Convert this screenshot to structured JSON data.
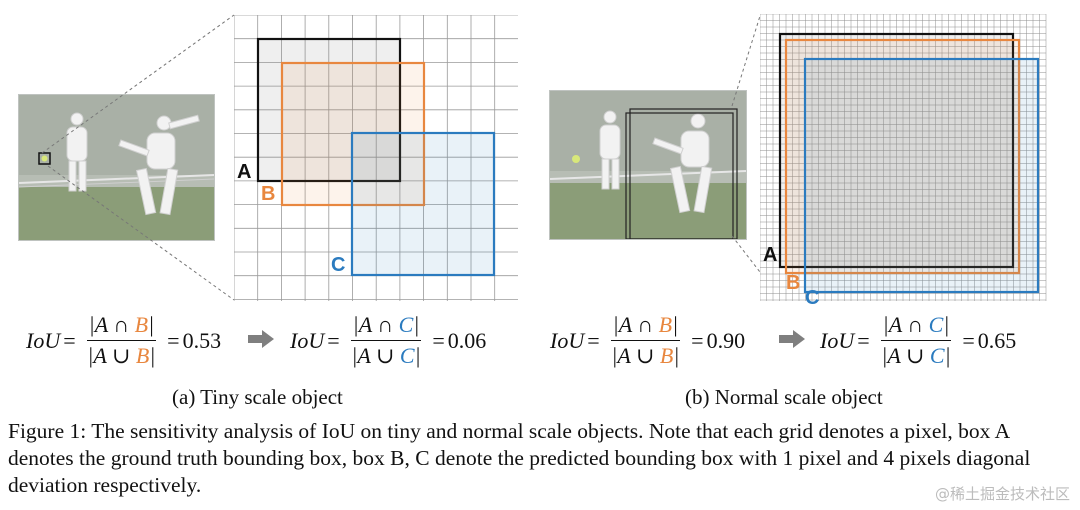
{
  "colors": {
    "box_a": "#111111",
    "box_b": "#e8873f",
    "box_c": "#2b7bbf",
    "arrow": "#7f7f7f"
  },
  "panel_a": {
    "box_labels": [
      "A",
      "B",
      "C"
    ],
    "formula1": {
      "lhs": "IoU",
      "num_left": "|A ∩ ",
      "num_var": "B",
      "den_left": "|A ∪ ",
      "den_var": "B",
      "rhs": "0.53"
    },
    "formula2": {
      "lhs": "IoU",
      "num_left": "|A ∩ ",
      "num_var": "C",
      "den_left": "|A ∪ ",
      "den_var": "C",
      "rhs": "0.06"
    },
    "caption": "(a) Tiny scale object"
  },
  "panel_b": {
    "box_labels": [
      "A",
      "B",
      "C"
    ],
    "formula1": {
      "lhs": "IoU",
      "num_left": "|A ∩ ",
      "num_var": "B",
      "den_left": "|A ∪ ",
      "den_var": "B",
      "rhs": "0.90"
    },
    "formula2": {
      "lhs": "IoU",
      "num_left": "|A ∩ ",
      "num_var": "C",
      "den_left": "|A ∪ ",
      "den_var": "C",
      "rhs": "0.65"
    },
    "caption": "(b) Normal scale object"
  },
  "figure_caption": "Figure 1: The sensitivity analysis of IoU on tiny and normal scale objects. Note that each grid denotes a pixel, box A denotes the ground truth bounding box, box B, C denote the predicted bounding box with 1 pixel and 4 pixels diagonal deviation respectively.",
  "watermark": "@稀土掘金技术社区"
}
